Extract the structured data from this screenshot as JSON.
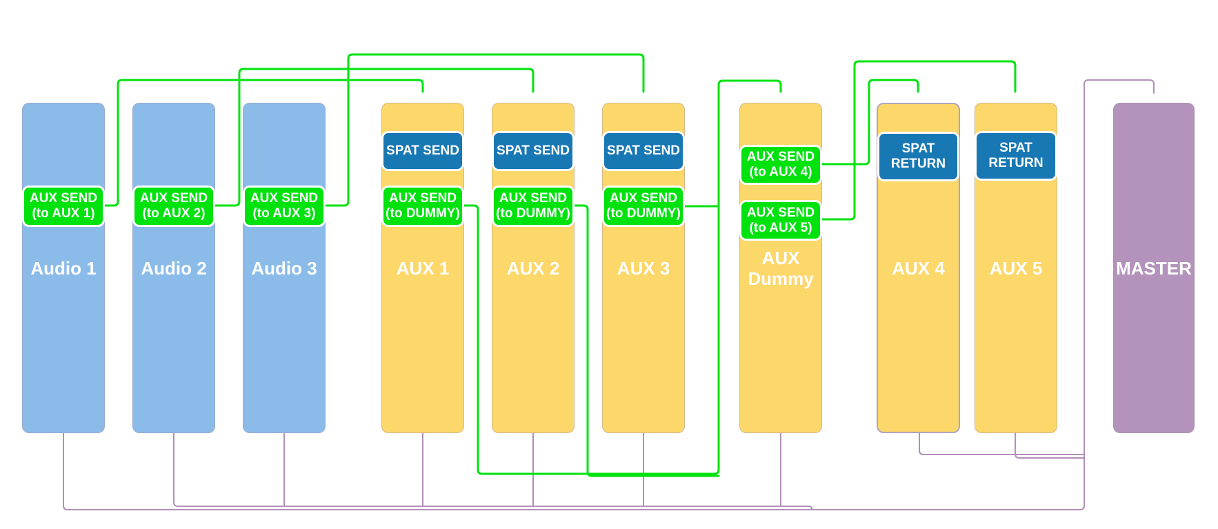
{
  "colors": {
    "channel_blue": "#8bbce9",
    "channel_yellow": "#fcd76a",
    "master_purple": "#b392bb",
    "send_green": "#00e20e",
    "spat_blue": "#1878b4",
    "wire_purple": "#b38fb9",
    "badge_border_white": "#ffffff"
  },
  "channels": [
    {
      "id": "audio1",
      "label": "Audio 1",
      "type": "audio",
      "badges": [
        {
          "kind": "aux-send",
          "label": "AUX SEND\n(to AUX 1)"
        }
      ]
    },
    {
      "id": "audio2",
      "label": "Audio 2",
      "type": "audio",
      "badges": [
        {
          "kind": "aux-send",
          "label": "AUX SEND\n(to AUX 2)"
        }
      ]
    },
    {
      "id": "audio3",
      "label": "Audio 3",
      "type": "audio",
      "badges": [
        {
          "kind": "aux-send",
          "label": "AUX SEND\n(to AUX 3)"
        }
      ]
    },
    {
      "id": "aux1",
      "label": "AUX 1",
      "type": "aux",
      "badges": [
        {
          "kind": "spat-send",
          "label": "SPAT SEND"
        },
        {
          "kind": "aux-send",
          "label": "AUX SEND\n(to DUMMY)"
        }
      ]
    },
    {
      "id": "aux2",
      "label": "AUX 2",
      "type": "aux",
      "badges": [
        {
          "kind": "spat-send",
          "label": "SPAT SEND"
        },
        {
          "kind": "aux-send",
          "label": "AUX SEND\n(to DUMMY)"
        }
      ]
    },
    {
      "id": "aux3",
      "label": "AUX 3",
      "type": "aux",
      "badges": [
        {
          "kind": "spat-send",
          "label": "SPAT SEND"
        },
        {
          "kind": "aux-send",
          "label": "AUX SEND\n(to DUMMY)"
        }
      ]
    },
    {
      "id": "auxdummy",
      "label": "AUX Dummy",
      "type": "aux",
      "badges": [
        {
          "kind": "aux-send",
          "label": "AUX SEND\n(to AUX 4)"
        },
        {
          "kind": "aux-send",
          "label": "AUX SEND\n(to AUX 5)"
        }
      ]
    },
    {
      "id": "aux4",
      "label": "AUX 4",
      "type": "aux",
      "badges": [
        {
          "kind": "spat-return",
          "label": "SPAT\nRETURN"
        }
      ]
    },
    {
      "id": "aux5",
      "label": "AUX 5",
      "type": "aux",
      "badges": [
        {
          "kind": "spat-return",
          "label": "SPAT\nRETURN"
        }
      ]
    },
    {
      "id": "master",
      "label": "MASTER",
      "type": "master",
      "badges": []
    }
  ],
  "connections": [
    {
      "from": "Audio 1",
      "via": "AUX SEND",
      "to": "AUX 1",
      "color": "green"
    },
    {
      "from": "Audio 2",
      "via": "AUX SEND",
      "to": "AUX 2",
      "color": "green"
    },
    {
      "from": "Audio 3",
      "via": "AUX SEND",
      "to": "AUX 3",
      "color": "green"
    },
    {
      "from": "AUX 1",
      "via": "AUX SEND",
      "to": "AUX Dummy",
      "color": "green"
    },
    {
      "from": "AUX 2",
      "via": "AUX SEND",
      "to": "AUX Dummy",
      "color": "green"
    },
    {
      "from": "AUX 3",
      "via": "AUX SEND",
      "to": "AUX Dummy",
      "color": "green"
    },
    {
      "from": "AUX Dummy",
      "via": "AUX SEND",
      "to": "AUX 4",
      "color": "green"
    },
    {
      "from": "AUX Dummy",
      "via": "AUX SEND",
      "to": "AUX 5",
      "color": "green"
    },
    {
      "from": "Audio 1",
      "to": "MASTER",
      "color": "purple"
    },
    {
      "from": "Audio 2",
      "to": "MASTER",
      "color": "purple"
    },
    {
      "from": "Audio 3",
      "to": "MASTER",
      "color": "purple"
    },
    {
      "from": "AUX 1",
      "to": "MASTER",
      "color": "purple"
    },
    {
      "from": "AUX 2",
      "to": "MASTER",
      "color": "purple"
    },
    {
      "from": "AUX 3",
      "to": "MASTER",
      "color": "purple"
    },
    {
      "from": "AUX Dummy",
      "to": "MASTER",
      "color": "purple"
    },
    {
      "from": "AUX 4",
      "to": "MASTER",
      "color": "purple"
    },
    {
      "from": "AUX 5",
      "to": "MASTER",
      "color": "purple"
    }
  ]
}
